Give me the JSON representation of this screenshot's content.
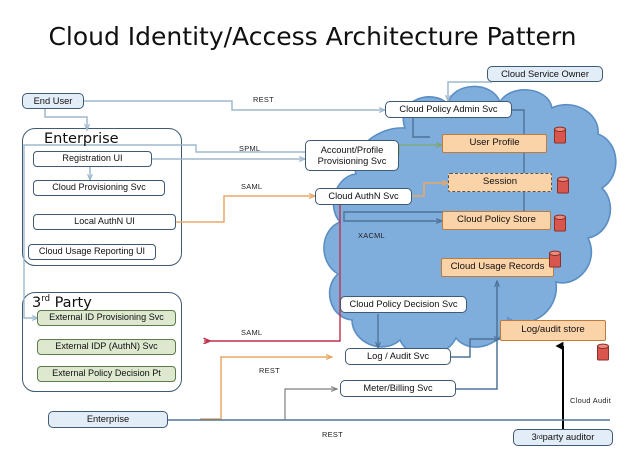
{
  "title": "Cloud Identity/Access Architecture Pattern",
  "colors": {
    "cloud_fill": "#7FAEDC",
    "cloud_stroke": "#5B8EC4",
    "store_fill": "#FBD3A8",
    "store_stroke": "#C07B3A",
    "actor_fill": "#E3EDF7",
    "box_stroke": "#3F5A74",
    "green_fill": "#DDE8CF",
    "green_stroke": "#5C7A4A",
    "db_fill": "#D9564E",
    "edge_blue": "#9FB8CE",
    "edge_orange": "#E8A866",
    "edge_red": "#C1304A",
    "edge_steel": "#4E7397",
    "edge_black": "#000000",
    "edge_green": "#7FA86A"
  },
  "actors": {
    "end_user": "End User",
    "cloud_service_owner": "Cloud Service Owner",
    "enterprise_bottom": "Enterprise",
    "third_party_auditor": "3rd party auditor",
    "third_party_auditor_sup": "rd",
    "third_party_auditor_pre": "3",
    "third_party_auditor_post": " party auditor"
  },
  "groups": {
    "enterprise": {
      "title": "Enterprise",
      "items": [
        "Registration UI",
        "Cloud Provisioning Svc",
        "Local AuthN UI",
        "Cloud Usage Reporting UI"
      ]
    },
    "third_party": {
      "title_pre": "3",
      "title_sup": "rd",
      "title_post": " Party",
      "title": "3rd Party",
      "items": [
        "External ID Provisioning Svc",
        "External IDP (AuthN) Svc",
        "External Policy Decision Pt"
      ]
    }
  },
  "cloud_services": [
    "Cloud Policy Admin Svc",
    "Account/Profile Provisioning Svc",
    "Cloud AuthN Svc",
    "Cloud Policy Decision Svc",
    "Log / Audit Svc",
    "Meter/Billing Svc"
  ],
  "cloud_service_lines": {
    "account_profile_l1": "Account/Profile",
    "account_profile_l2": "Provisioning Svc"
  },
  "data_stores": [
    {
      "label": "User Profile",
      "dashed": false
    },
    {
      "label": "Session",
      "dashed": true
    },
    {
      "label": "Cloud Policy Store",
      "dashed": false
    },
    {
      "label": "Cloud Usage Records",
      "dashed": false
    },
    {
      "label": "Log/audit store",
      "dashed": false
    }
  ],
  "edge_labels": {
    "rest_top": "REST",
    "spml": "SPML",
    "saml_top": "SAML",
    "xacml": "XACML",
    "saml_bottom": "SAML",
    "rest_mid": "REST",
    "rest_bottom": "REST",
    "cloud_audit": "Cloud Audit"
  },
  "icons": {
    "database": "database-cylinder-icon",
    "cloud": "cloud-shape-icon",
    "arrow": "arrow-head-icon"
  }
}
